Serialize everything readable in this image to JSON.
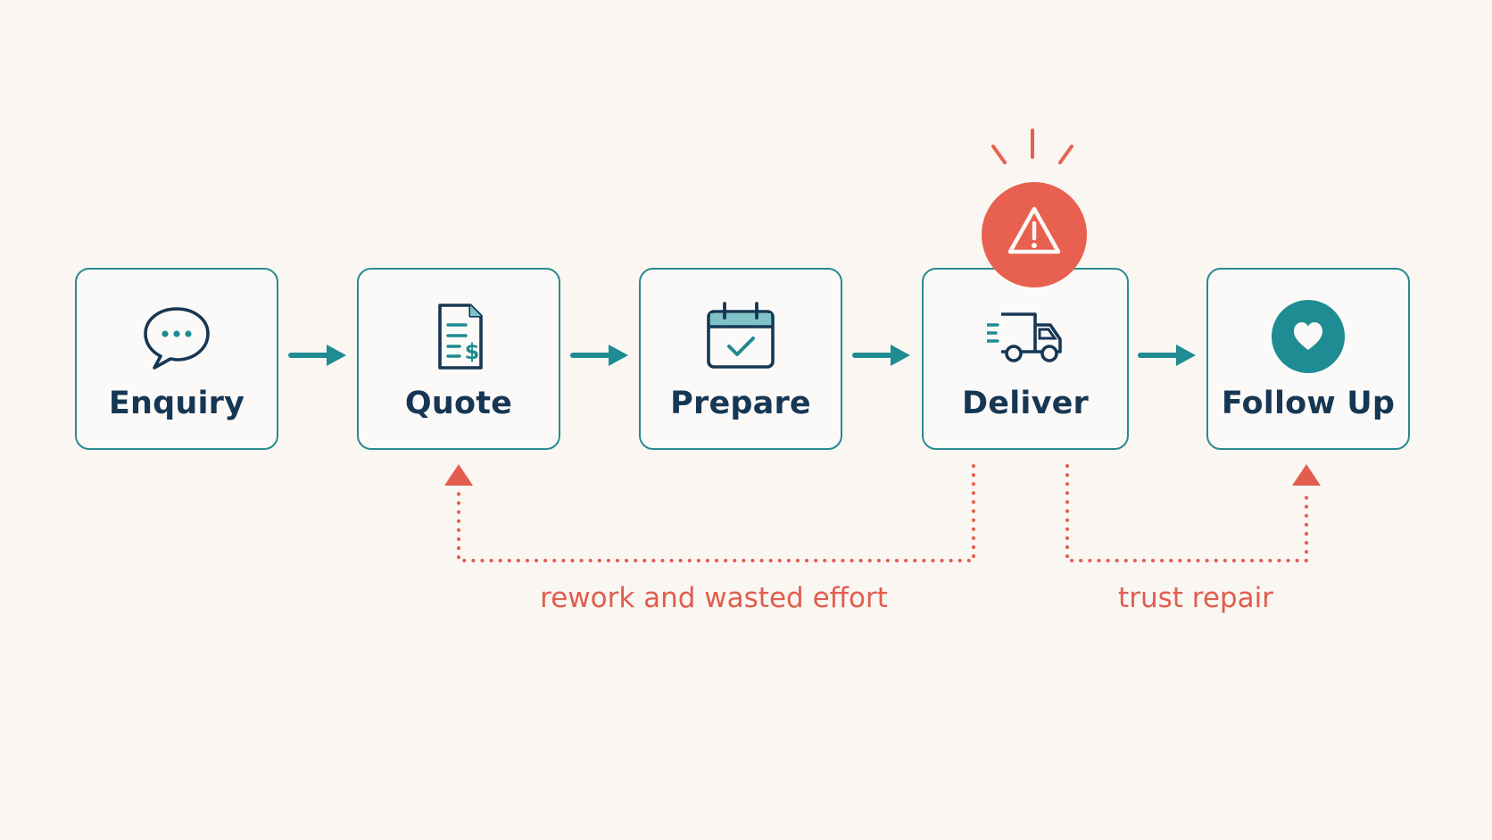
{
  "steps": [
    {
      "id": "enquiry",
      "label": "Enquiry",
      "icon": "chat-bubble-icon"
    },
    {
      "id": "quote",
      "label": "Quote",
      "icon": "invoice-icon"
    },
    {
      "id": "prepare",
      "label": "Prepare",
      "icon": "calendar-check-icon"
    },
    {
      "id": "deliver",
      "label": "Deliver",
      "icon": "delivery-truck-icon"
    },
    {
      "id": "follow-up",
      "label": "Follow Up",
      "icon": "heart-icon"
    }
  ],
  "loops": [
    {
      "id": "rework",
      "label": "rework and wasted effort",
      "from": "Deliver",
      "to": "Quote"
    },
    {
      "id": "trust",
      "label": "trust repair",
      "from": "Deliver",
      "to": "Follow Up"
    }
  ],
  "alert": {
    "icon": "warning-icon",
    "on_step": "Deliver"
  },
  "colors": {
    "background": "#faf6f2",
    "box_border": "#2a8a91",
    "arrow": "#1f8b92",
    "text": "#163754",
    "alert": "#e8604f",
    "loop": "#e25d4d"
  }
}
